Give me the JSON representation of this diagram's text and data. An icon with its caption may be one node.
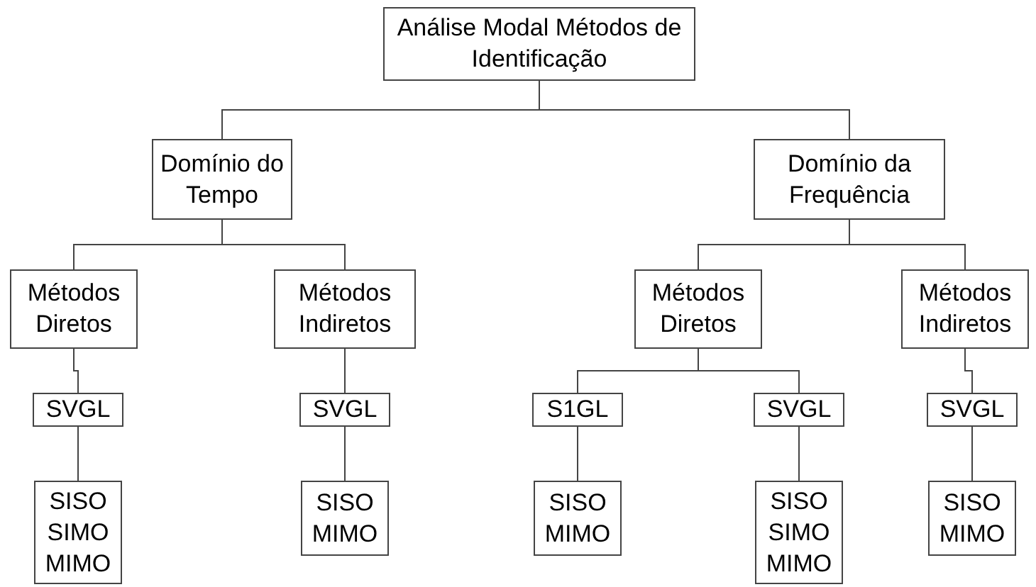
{
  "diagram": {
    "nodes": [
      {
        "text": [
          "Análise Modal Métodos de Identificação"
        ]
      },
      {
        "text": [
          "Domínio do Tempo"
        ]
      },
      {
        "text": [
          "Domínio da Frequência"
        ]
      },
      {
        "text": [
          "Métodos Diretos"
        ]
      },
      {
        "text": [
          "Métodos Indiretos"
        ]
      },
      {
        "text": [
          "Métodos Diretos"
        ]
      },
      {
        "text": [
          "Métodos Indiretos"
        ]
      },
      {
        "text": [
          "SVGL"
        ]
      },
      {
        "text": [
          "SVGL"
        ]
      },
      {
        "text": [
          "S1GL"
        ]
      },
      {
        "text": [
          "SVGL"
        ]
      },
      {
        "text": [
          "SVGL"
        ]
      },
      {
        "text": [
          "SISO SIMO MIMO"
        ]
      },
      {
        "text": [
          "SISO MIMO"
        ]
      },
      {
        "text": [
          "SISO MIMO"
        ]
      },
      {
        "text": [
          "SISO SIMO MIMO"
        ]
      },
      {
        "text": [
          "SISO MIMO"
        ]
      }
    ],
    "edges": [
      {
        "from": 0,
        "to": 1,
        "arrow": "none"
      },
      {
        "from": 0,
        "to": 2,
        "arrow": "none"
      },
      {
        "from": 1,
        "to": 3,
        "arrow": "none"
      },
      {
        "from": 1,
        "to": 4,
        "arrow": "none"
      },
      {
        "from": 2,
        "to": 5,
        "arrow": "none"
      },
      {
        "from": 2,
        "to": 6,
        "arrow": "none"
      },
      {
        "from": 3,
        "to": 7,
        "arrow": "none"
      },
      {
        "from": 4,
        "to": 8,
        "arrow": "none"
      },
      {
        "from": 5,
        "to": 9,
        "arrow": "none"
      },
      {
        "from": 5,
        "to": 10,
        "arrow": "none"
      },
      {
        "from": 6,
        "to": 11,
        "arrow": "none"
      },
      {
        "from": 7,
        "to": 12,
        "arrow": "none"
      },
      {
        "from": 8,
        "to": 13,
        "arrow": "none"
      },
      {
        "from": 9,
        "to": 14,
        "arrow": "none"
      },
      {
        "from": 10,
        "to": 15,
        "arrow": "none"
      },
      {
        "from": 11,
        "to": 16,
        "arrow": "none"
      }
    ]
  }
}
